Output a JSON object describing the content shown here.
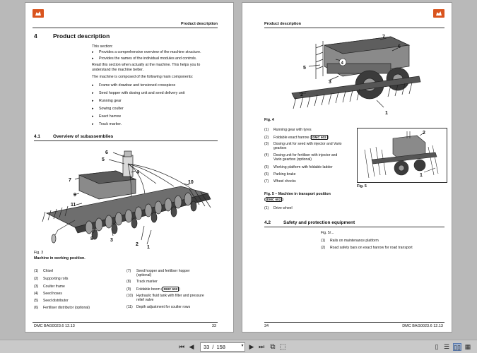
{
  "left_page": {
    "running_head": "Product description",
    "chapter_number": "4",
    "chapter_title": "Product description",
    "intro": "This section:",
    "intro_bullets": [
      "Provides a comprehensive overview of the machine structure.",
      "Provides the names of the individual modules and controls."
    ],
    "read_text": "Read this section when actually at the machine. This helps you to understand the machine better.",
    "components_intro": "The machine is composed of the following main components:",
    "components": [
      "Frame with drawbar and tensioned crosspiece",
      "Seed hopper with dosing unit and seed delivery unit",
      "Running gear",
      "Sowing coulter",
      "Exact harrow",
      "Track marker."
    ],
    "section_number": "4.1",
    "section_title": "Overview of subassemblies",
    "figure_label": "Fig. 3",
    "figure_caption": "Machine in working position.",
    "callouts": [
      "6",
      "5",
      "4",
      "7",
      "9",
      "11",
      "10",
      "8",
      "3",
      "2",
      "1"
    ],
    "legend_left": [
      {
        "n": "(1)",
        "t": "Chisel"
      },
      {
        "n": "(2)",
        "t": "Supporting rolls"
      },
      {
        "n": "(3)",
        "t": "Coulter frame"
      },
      {
        "n": "(4)",
        "t": "Seed hoses"
      },
      {
        "n": "(5)",
        "t": "Seed distributor"
      },
      {
        "n": "(6)",
        "t": "Fertiliser distributor (optional)"
      }
    ],
    "legend_right": [
      {
        "n": "(7)",
        "t": "Seed hopper and fertiliser hopper",
        "t2": "(optional)"
      },
      {
        "n": "(8)",
        "t": "Track marker"
      },
      {
        "n": "(9)",
        "t": "Foldable boom (",
        "badge": "DMC 602",
        "after": ")"
      },
      {
        "n": "(10)",
        "t": "Hydraulic fluid tank with filter and pressure",
        "t2": "relief valve"
      },
      {
        "n": "(11)",
        "t": "Depth adjustment for coulter rows"
      }
    ],
    "footer_left": "DMC  BAG0023.6  12.13",
    "page_number": "33"
  },
  "right_page": {
    "running_head": "Product description",
    "fig4_callouts": [
      "7",
      "6",
      "5",
      "4",
      "3",
      "2",
      "1"
    ],
    "fig4_label": "Fig. 4",
    "fig4_legend": [
      {
        "n": "(1)",
        "t": "Running gear with tyres"
      },
      {
        "n": "(2)",
        "t": "Foldable exact harrow (",
        "badge": "DMC 602",
        "after": ")"
      },
      {
        "n": "(3)",
        "t": "Dosing unit for seed with injector and Vario",
        "t2": "gearbox"
      },
      {
        "n": "(4)",
        "t": "Dosing unit for fertiliser with injector and",
        "t2": "Vario gearbox (optional)"
      },
      {
        "n": "(5)",
        "t": "Working platform with foldable ladder"
      },
      {
        "n": "(6)",
        "t": "Parking brake"
      },
      {
        "n": "(7)",
        "t": "Wheel chocks"
      }
    ],
    "fig5_caption": "Fig. 5 – Machine in transport position",
    "fig5_badge": "DMC 602",
    "fig5_legend": [
      {
        "n": "(1)",
        "t": "Drive wheel"
      }
    ],
    "fig5_label": "Fig. 5",
    "fig5_callouts": [
      "2",
      "1"
    ],
    "section_number": "4.2",
    "section_title": "Safety and protection equipment",
    "safety_fig": "Fig. 5/...",
    "safety_items": [
      {
        "n": "(1)",
        "t": "Rails on maintenance platform"
      },
      {
        "n": "(2)",
        "t": "Road safety bars on exact harrow for road transport"
      }
    ],
    "page_number": "34",
    "footer_right": "DMC  BAG0023.6  12.13"
  },
  "toolbar": {
    "current_page": "33",
    "separator": "/",
    "total_pages": "158",
    "icons": [
      "first-page-icon",
      "prev-page-icon",
      "next-page-icon",
      "last-page-icon",
      "dropdown-icon",
      "fit-page-icon",
      "fit-width-icon",
      "rotate-icon",
      "single-page-view-icon",
      "double-page-view-icon",
      "continuous-view-icon",
      "grid-view-icon"
    ]
  },
  "colors": {
    "brand": "#d9541e",
    "viewer_bg": "#b9b9b9",
    "toolbar_bg": "#c9c9c9"
  }
}
